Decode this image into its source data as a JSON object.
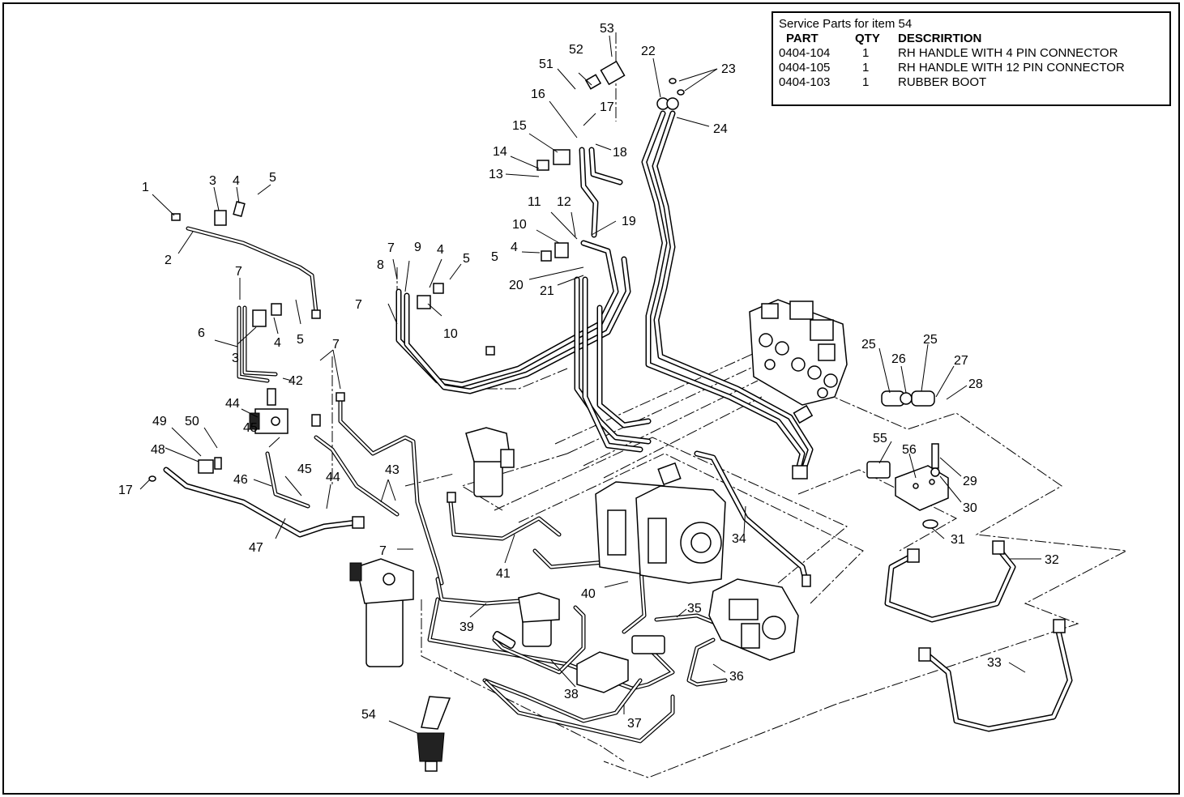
{
  "table": {
    "title": "Service Parts for item 54",
    "headers": {
      "part": "PART",
      "qty": "QTY",
      "description": "DESCRIRTION"
    },
    "rows": [
      {
        "part": "0404-104",
        "qty": "1",
        "description": "RH HANDLE WITH 4 PIN CONNECTOR"
      },
      {
        "part": "0404-105",
        "qty": "1",
        "description": "RH HANDLE WITH 12 PIN CONNECTOR"
      },
      {
        "part": "0404-103",
        "qty": "1",
        "description": "RUBBER BOOT"
      }
    ]
  },
  "callouts": [
    "1",
    "2",
    "3",
    "4",
    "5",
    "6",
    "7",
    "8",
    "9",
    "10",
    "11",
    "12",
    "13",
    "14",
    "15",
    "16",
    "17",
    "18",
    "19",
    "20",
    "21",
    "22",
    "23",
    "24",
    "25",
    "26",
    "27",
    "28",
    "29",
    "30",
    "31",
    "32",
    "33",
    "34",
    "35",
    "36",
    "37",
    "38",
    "39",
    "40",
    "41",
    "42",
    "43",
    "44",
    "45",
    "46",
    "47",
    "48",
    "49",
    "50",
    "51",
    "52",
    "53",
    "54",
    "55",
    "56"
  ],
  "callout_list": {
    "c3b": "3",
    "c4b": "4",
    "c5b": "5",
    "c7b": "7",
    "c7c": "7",
    "c7d": "7",
    "c7e": "7",
    "c4c": "4",
    "c4d": "4",
    "c5c": "5",
    "c5d": "5",
    "c10b": "10",
    "c17b": "17",
    "c25b": "25",
    "c44b": "44",
    "c45b": "45"
  },
  "colors": {
    "line": "#000000",
    "background": "#ffffff"
  }
}
